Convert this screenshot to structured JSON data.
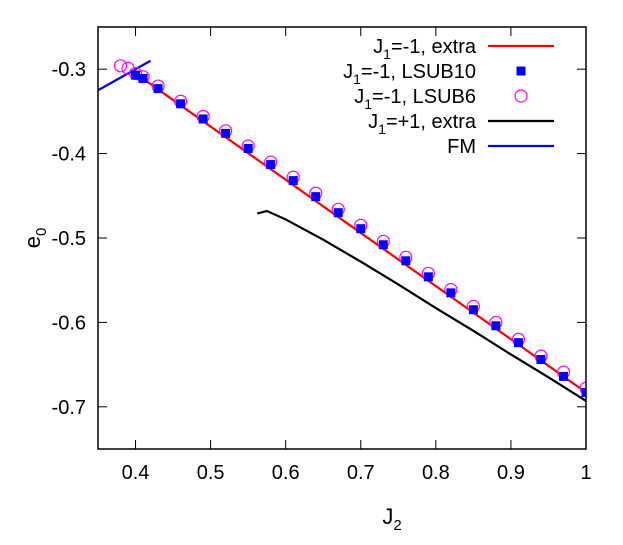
{
  "chart_data": {
    "type": "line",
    "xlabel": "J",
    "xlabel_sub": "2",
    "ylabel": "e",
    "ylabel_sub": "0",
    "xlim": [
      0.35,
      1.0
    ],
    "ylim": [
      -0.75,
      -0.25
    ],
    "x_ticks": [
      {
        "value": 0.4,
        "label": "0.4"
      },
      {
        "value": 0.5,
        "label": "0.5"
      },
      {
        "value": 0.6,
        "label": "0.6"
      },
      {
        "value": 0.7,
        "label": "0.7"
      },
      {
        "value": 0.8,
        "label": "0.8"
      },
      {
        "value": 0.9,
        "label": "0.9"
      },
      {
        "value": 1.0,
        "label": "1"
      }
    ],
    "y_ticks": [
      {
        "value": -0.3,
        "label": "-0.3"
      },
      {
        "value": -0.4,
        "label": "-0.4"
      },
      {
        "value": -0.5,
        "label": "-0.5"
      },
      {
        "value": -0.6,
        "label": "-0.6"
      },
      {
        "value": -0.7,
        "label": "-0.7"
      }
    ],
    "grid": false,
    "legend_position": "top-right",
    "series": [
      {
        "name": "J1=-1, extra",
        "legend": {
          "main": "J",
          "sub": "1",
          "rest": "=-1, extra"
        },
        "style": "line",
        "color": "#ff0000",
        "x": [
          0.4,
          1.0
        ],
        "y": [
          -0.305,
          -0.683
        ]
      },
      {
        "name": "J1=-1, LSUB10",
        "legend": {
          "main": "J",
          "sub": "1",
          "rest": "=-1, LSUB10"
        },
        "style": "filled-square",
        "color": "#0000ff",
        "x": [
          0.4,
          0.41,
          0.43,
          0.46,
          0.49,
          0.52,
          0.55,
          0.58,
          0.61,
          0.64,
          0.67,
          0.7,
          0.73,
          0.76,
          0.79,
          0.82,
          0.85,
          0.88,
          0.91,
          0.94,
          0.97,
          1.0
        ],
        "y": [
          -0.307,
          -0.311,
          -0.323,
          -0.341,
          -0.359,
          -0.376,
          -0.394,
          -0.413,
          -0.432,
          -0.451,
          -0.47,
          -0.489,
          -0.508,
          -0.527,
          -0.546,
          -0.565,
          -0.585,
          -0.604,
          -0.624,
          -0.644,
          -0.664,
          -0.683
        ]
      },
      {
        "name": "J1=-1, LSUB6",
        "legend": {
          "main": "J",
          "sub": "1",
          "rest": "=-1, LSUB6"
        },
        "style": "open-circle",
        "color": "#ff00ff",
        "x": [
          0.38,
          0.39,
          0.4,
          0.41,
          0.43,
          0.46,
          0.49,
          0.52,
          0.55,
          0.58,
          0.61,
          0.64,
          0.67,
          0.7,
          0.73,
          0.76,
          0.79,
          0.82,
          0.85,
          0.88,
          0.91,
          0.94,
          0.97,
          1.0
        ],
        "y": [
          -0.296,
          -0.299,
          -0.305,
          -0.309,
          -0.32,
          -0.338,
          -0.356,
          -0.373,
          -0.391,
          -0.41,
          -0.428,
          -0.447,
          -0.466,
          -0.485,
          -0.504,
          -0.523,
          -0.542,
          -0.561,
          -0.581,
          -0.6,
          -0.62,
          -0.64,
          -0.659,
          -0.678
        ]
      },
      {
        "name": "J1=+1, extra",
        "legend": {
          "main": "J",
          "sub": "1",
          "rest": "=+1, extra"
        },
        "style": "line",
        "color": "#000000",
        "x": [
          0.562,
          0.575,
          0.6,
          0.65,
          0.7,
          0.75,
          0.8,
          0.85,
          0.9,
          0.95,
          1.0
        ],
        "y": [
          -0.471,
          -0.468,
          -0.478,
          -0.502,
          -0.528,
          -0.555,
          -0.583,
          -0.61,
          -0.638,
          -0.665,
          -0.693
        ]
      },
      {
        "name": "FM",
        "legend": {
          "main": "FM",
          "sub": "",
          "rest": ""
        },
        "style": "line",
        "color": "#0000ff",
        "x": [
          0.35,
          0.42
        ],
        "y": [
          -0.325,
          -0.29
        ]
      }
    ]
  }
}
